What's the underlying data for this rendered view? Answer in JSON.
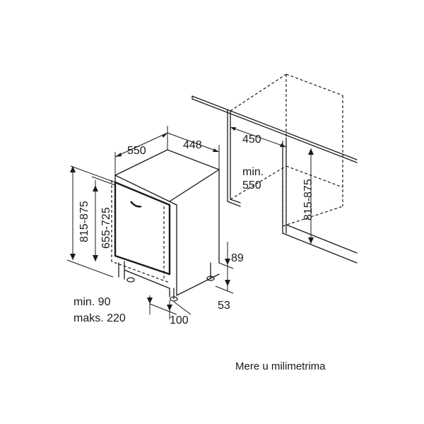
{
  "dimensions": {
    "overall_depth": "550",
    "appliance_width": "448",
    "niche_depth": "450",
    "min_niche_depth_line1": "min.",
    "min_niche_depth_line2": "550",
    "niche_height_left": "815-875",
    "appliance_height": "655-725",
    "niche_height_right": "815-875",
    "plinth_height": "89",
    "foot_height": "53",
    "plinth_gap_min": "min. 90",
    "plinth_gap_max": "maks. 220",
    "plinth_depth": "100"
  },
  "caption": "Mere u milimetrima"
}
